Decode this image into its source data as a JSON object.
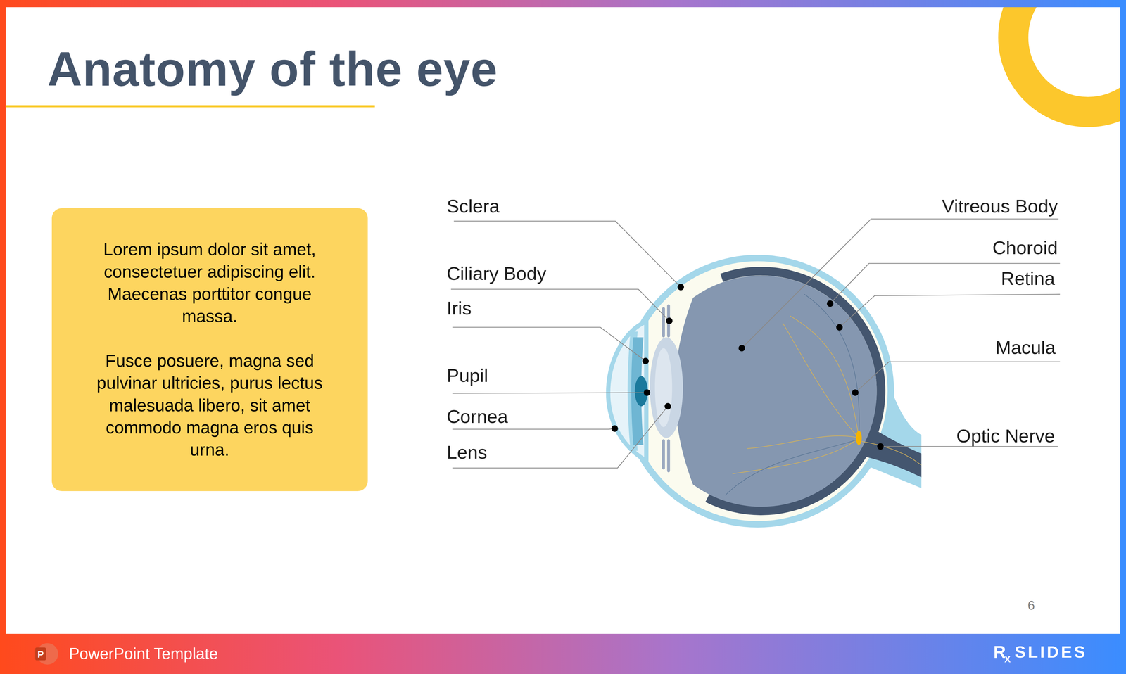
{
  "diagram": {
    "title": "Anatomy of the eye",
    "nodes": [
      {
        "text": [
          "Lorem ipsum dolor sit amet, consectetuer adipiscing elit. Maecenas porttitor congue massa.",
          "Fusce posuere, magna sed pulvinar ultricies, purus lectus malesuada libero, sit amet commodo magna eros quis urna."
        ]
      }
    ],
    "edges": [],
    "labels": [
      "Sclera",
      "Ciliary Body",
      "Iris",
      "Pupil",
      "Cornea",
      "Lens",
      "Vitreous Body",
      "Choroid",
      "Retina",
      "Macula",
      "Optic Nerve",
      "6",
      "P",
      "PowerPoint Template",
      "R",
      "X",
      "SLIDES"
    ]
  }
}
